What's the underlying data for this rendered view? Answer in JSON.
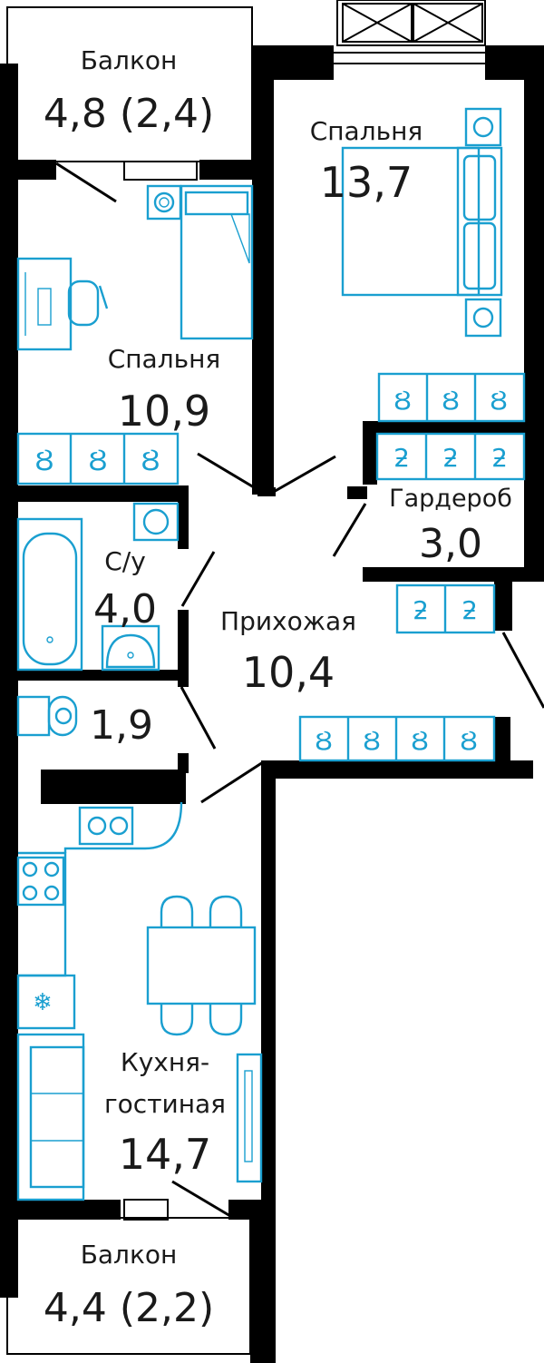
{
  "colors": {
    "walls": "#000000",
    "furniture": "#1a9fd0",
    "background": "#ffffff"
  },
  "rooms": [
    {
      "id": "balcony-top",
      "name": "Балкон",
      "area": "4,8 (2,4)"
    },
    {
      "id": "bedroom-large",
      "name": "Спальня",
      "area": "13,7"
    },
    {
      "id": "bedroom-small",
      "name": "Спальня",
      "area": "10,9"
    },
    {
      "id": "wardrobe",
      "name": "Гардероб",
      "area": "3,0"
    },
    {
      "id": "bathroom",
      "name": "С/у",
      "area": "4,0"
    },
    {
      "id": "hallway",
      "name": "Прихожая",
      "area": "10,4"
    },
    {
      "id": "toilet",
      "name": "",
      "area": "1,9"
    },
    {
      "id": "kitchen",
      "name_line1": "Кухня-",
      "name_line2": "гостиная",
      "area": "14,7"
    },
    {
      "id": "balcony-bottom",
      "name": "Балкон",
      "area": "4,4 (2,2)"
    }
  ],
  "icons": [
    "window-icon",
    "bed-icon",
    "desk-icon",
    "chair-icon",
    "wardrobe-hanger-icon",
    "bathtub-icon",
    "sink-icon",
    "toilet-icon",
    "stove-icon",
    "kitchen-sink-icon",
    "fridge-snowflake-icon",
    "dining-table-icon",
    "sofa-icon",
    "tv-icon"
  ]
}
